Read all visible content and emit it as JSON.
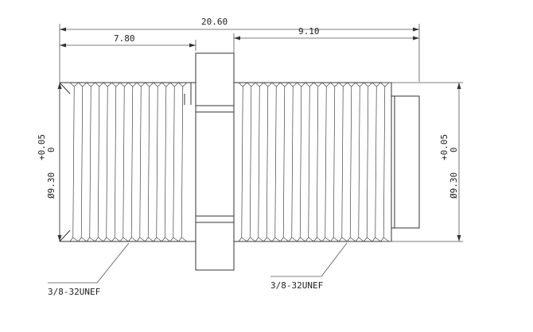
{
  "dimensions": {
    "overall_length": "20.60",
    "left_length": "7.80",
    "right_length": "9.10",
    "left_diameter": "Ø9.30",
    "left_tolerance_upper": "+0.05",
    "left_tolerance_lower": "0",
    "right_diameter": "Ø9.30",
    "right_tolerance_upper": "+0.05",
    "right_tolerance_lower": "0"
  },
  "callouts": {
    "left_thread": "3/8-32UNEF",
    "right_thread": "3/8-32UNEF"
  }
}
